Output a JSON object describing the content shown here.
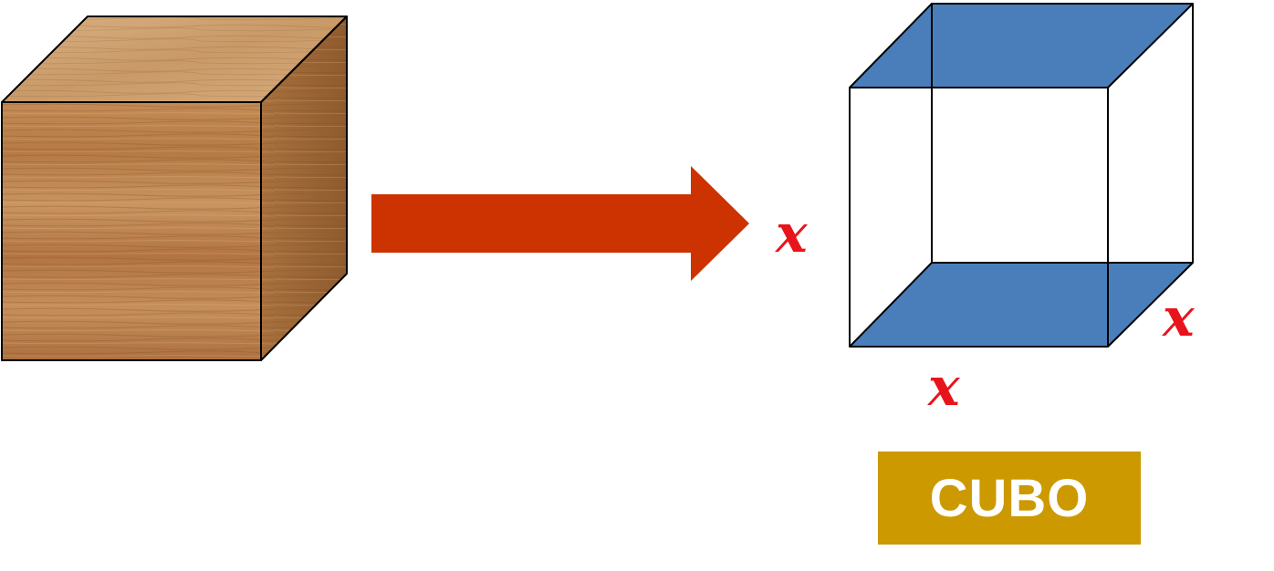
{
  "labels": {
    "height_label": "x",
    "width_label": "x",
    "depth_label": "x",
    "shape_name": "CUBO"
  },
  "colors": {
    "arrow": "#cc3300",
    "face_fill": "#4a7ebb",
    "label_text": "#e8141b",
    "name_box": "#cc9900",
    "name_text": "#ffffff",
    "wood_light": "#d4a56e",
    "wood_dark": "#a56d3a",
    "edge": "#000000"
  },
  "icons": {
    "solid": "wooden-cube-icon",
    "arrow": "right-arrow-icon",
    "wireframe": "wireframe-cube-icon"
  }
}
